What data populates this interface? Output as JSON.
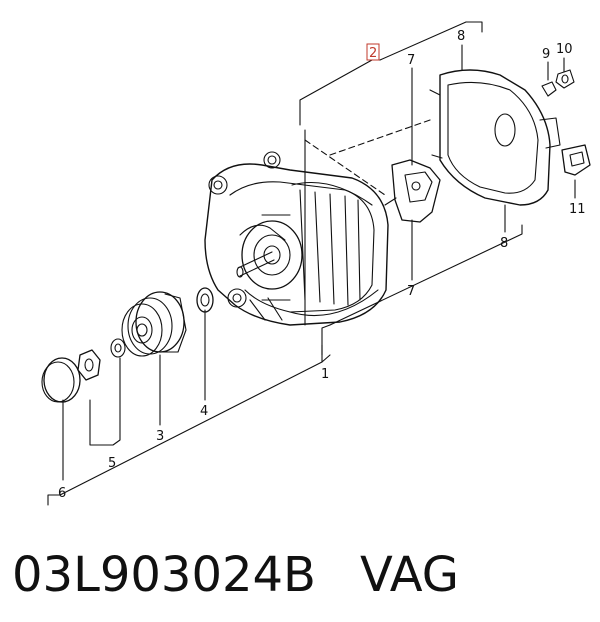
{
  "diagram": {
    "callouts": {
      "c1": "1",
      "c2": "2",
      "c3": "3",
      "c4": "4",
      "c5": "5",
      "c6": "6",
      "c7a": "7",
      "c7b": "7",
      "c8a": "8",
      "c8b": "8",
      "c9": "9",
      "c10": "10",
      "c11": "11"
    },
    "highlight_color": "#c0392b"
  },
  "caption": {
    "part_number": "03L903024B",
    "brand": "VAG"
  }
}
